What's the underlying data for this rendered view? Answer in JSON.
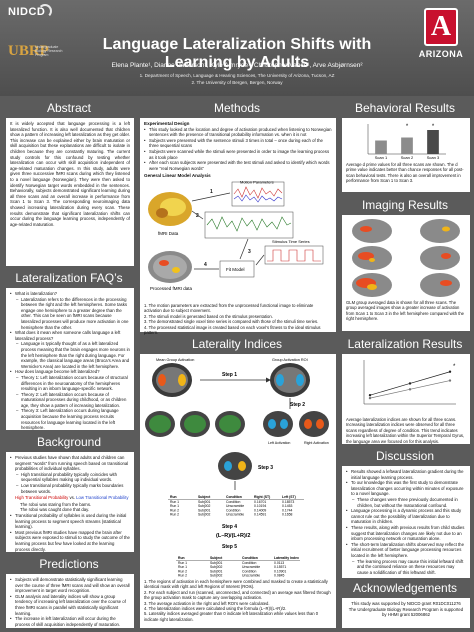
{
  "header": {
    "nidcd_logo": "NIDCD",
    "ubrp_logo": "UBRP",
    "ubrp_small": "Undergraduate Biology Research Program",
    "az_logo": "A",
    "az_word": "ARIZONA",
    "title": "Language Lateralization Shifts with Learning by Adults",
    "authors": "Elena Plante¹, Dianne Patterson¹, Kyle Almryde¹, Christopher Vance¹, Arve Asbjørnsen²",
    "affil1": "1. Department of Speech, Language & Hearing Sciences, The University of Arizona, Tucson, AZ",
    "affil2": "2. The University of Bergen, Bergen, Norway"
  },
  "abstract": {
    "heading": "Abstract",
    "body": "It is widely accepted that language processing is a left lateralized function. It is also well documented that children show a pattern of increasing left lateralization as they get older. This increase can be explained either by brain maturation or skill acquisition but these explanations are difficult to isolate in children because they are constantly maturing. The current study controls for this confound by testing whether lateralization can occur with skill acquisition independent of age-related maturation changes. In this study, adults were given three successive fMRI scans during which they listened to a novel language (Norwegian). They were then asked to identify Norwegian target words embedded in the sentences. Behaviorally, subjects demonstrated significant learning during all three scans and an overall increase in performance from Scan 1 to Scan 3. The corresponding neuroimaging data showed increasing lateralization during every scan. These results demonstrate that significant lateralization shifts can occur during the language learning process, independently of age-related maturation."
  },
  "faq": {
    "heading": "Lateralization FAQ’s",
    "items": [
      {
        "t": "b",
        "v": "What is lateralization?"
      },
      {
        "t": "s",
        "v": "Lateralization refers to the differences in the processing between the right and the left hemispheres. Some tasks engage one hemisphere to a greater degree than the other. This can be seen on fMRI scans because lateralized processes will produce more activation in one hemisphere than the other."
      },
      {
        "t": "b",
        "v": "What does it mean when someone calls language a left lateralized process?"
      },
      {
        "t": "s",
        "v": "Language is typically thought of as a left lateralized process meaning that the brain engages more neurons in the left hemisphere than the right during language. For example, the classical language areas (Broca’s Area and Wernicke’s Area) are located in the left hemisphere."
      },
      {
        "t": "b",
        "v": "How does language become left lateralized?"
      },
      {
        "t": "s",
        "v": "Theory 1: Left lateralization occurs because of structural differences in the neuroanatomy of the hemispheres resulting in an inborn language-specific network."
      },
      {
        "t": "s",
        "v": "Theory 2: Left lateralization occurs because of maturational processes during childhood, or as children age, they show a pattern of increasing lateralization."
      },
      {
        "t": "s",
        "v": "Theory 3: Left lateralization occurs during language acquisition because the learning process recruits resources for language learning located in the left hemisphere."
      }
    ]
  },
  "background": {
    "heading": "Background",
    "items": [
      {
        "t": "b",
        "v": "Previous studies have shown that adults and children can segment “words” from running speech based on transitional probabilities of individual syllables."
      },
      {
        "t": "s",
        "v": "High transitional probability typically coincides with sequential syllables making up individual words."
      },
      {
        "t": "s",
        "v": "Low transitional probability typically marks boundaries between words."
      },
      {
        "t": "x",
        "v": ""
      },
      {
        "t": "b",
        "v": "Transitional probability of syllables is used during the initial learning process to segment speech streams (statistical learning)."
      },
      {
        "t": "b",
        "v": "Most previous fMRI studies have mapped the brain after subjects were exposed to stimuli to study the outcome of the learning process but few have looked at the learning process directly."
      }
    ],
    "ex_high": "High Transitional Probability",
    "ex_low": "Low Transitional Probability",
    "ex_line1": "The roboi was staring from the barns.",
    "ex_line2": "The roboi was caught done that day."
  },
  "predictions": {
    "heading": "Predictions",
    "items": [
      "Subjects will demonstrate statistically significant learning over the course of three fMRI scans and will show an overall improvement in target word recognition.",
      "GLM analysis and laterality indices will show a group tendency of increasing left lateralization over the course of three fMRI scans in parallel with statistically significant learning.",
      "The increase in left lateralization will occur during the process of skill acquisition independently of maturation."
    ]
  },
  "methods": {
    "heading": "Methods",
    "design_title": "Experimental Design",
    "design_items": [
      "This study looked at the location and degree of activation produced when listening to Norwegian sentences with the presence of transitional probability information vs. when it is not",
      "Subjects were presented with the sentence stimuli 3 times in total – once during each of the three sequential scans",
      "Subjects were scanned while the stimuli were presented in order to image the learning process as it took place",
      "After each scan subjects were presented with the test stimuli and asked to identify which words were “real Norwegian words”"
    ],
    "model_title": "General Linear Model Analysis",
    "lbl_motion": "Motion Parameters",
    "lbl_stim": "Stimulus Time Series",
    "lbl_processed": "Processed fMRI data",
    "lbl_fmri": "fMRI Data",
    "lbl_fit": "Fit Model",
    "lbl_ts": "fMRI Time Series",
    "step_nums": [
      "1",
      "2",
      "3",
      "4",
      "5"
    ],
    "notes": [
      "1. The motion parameters are extracted from the unprocessed functional image to eliminate activation due to subject movement.",
      "2. The stimuli model is generated based on the stimulus presentation.",
      "3. The demonstrated single voxel time series is compared with those of the stimuli time series.",
      "4. The processed statistical image is created based on each voxel’s fitness to the ideal stimulus pattern."
    ]
  },
  "laterality": {
    "heading": "Laterality Indices",
    "step1": "Step 1",
    "step2": "Step 2",
    "step3": "Step 3",
    "step4": "Step 4",
    "step5": "Step 5",
    "lbl_mask": "Mean Group Activation",
    "lbl_roi": "Group Activation ROI",
    "lbl_left": "Left Activation",
    "lbl_right": "Right Activation",
    "formula": "(L–R)/(L+R)/2",
    "tbl1_headers": [
      "Run",
      "Subject",
      "Condition",
      "Right (ST)",
      "Left (ST)"
    ],
    "tbl1_rows": [
      [
        "Run 1",
        "Subj001",
        "Condition",
        "0.16701",
        "0.18573"
      ],
      [
        "Run 1",
        "Subj002",
        "Unscramble",
        "0.10194",
        "0.1453"
      ],
      [
        "Run 2",
        "Subj001",
        "Condition",
        "0.14009",
        "0.1744"
      ],
      [
        "Run 2",
        "Subj002",
        "Unscramble",
        "0.14591",
        "0.1658"
      ]
    ],
    "tbl2_headers": [
      "Run",
      "Subject",
      "Condition",
      "Laterality Index"
    ],
    "tbl2_rows": [
      [
        "Run 1",
        "Subj001",
        "Condition",
        "0.0113"
      ],
      [
        "Run 1",
        "Subj002",
        "Unscramble",
        "0.15571"
      ],
      [
        "Run 2",
        "Subj001",
        "Condition",
        "0.10901"
      ],
      [
        "Run 2",
        "Subj002",
        "Unscramble",
        "0.0845"
      ]
    ],
    "notes": [
      "1. The regions of activation in each hemisphere were combined and masked to create a statistically identical mask with right and left Regions of Interest (ROIs).",
      "2. For each subject and run (scanned, unconnected, and connected) an average was filtered through the group activation mask to capture any overlapping activation.",
      "3. The average activation in the right and left ROI’s were calculated.",
      "4. The lateralization indices were calculated using the formula (L−R)/(L+R)/2.",
      "5. Laterality indices averaged greater than 0 indicate left lateralization while values less than 0 indicate right lateralization."
    ]
  },
  "behavioral": {
    "heading": "Behavioral Results",
    "caption": "Average d prime values for all three scans are shown. The d prime value indicates better than chance responses for all post-scan behavioral tests. There is also an overall improvement in performance from Scan 1 to Scan 3.",
    "tick_labels": [
      "Scan 1",
      "Scan 2",
      "Scan 3"
    ],
    "sig_marks": [
      "*",
      "*"
    ]
  },
  "imaging": {
    "heading": "Imaging Results",
    "caption": "GLM group averaged data is shown for all three scans. The group averaged images show a greater increase of activation from Scan 1 to Scan 3 in the left hemisphere compared with the right hemisphere."
  },
  "lat_results": {
    "heading": "Lateralization Results",
    "caption": "Average lateralization indices are shown for all three scans. Increasing lateralization indices were observed for all three scans regardless of degree of condition. This trend indicates increasing left lateralization within the Superior Temporal Gyrus, the language area we focused on for this analysis.",
    "sig_mark": "*"
  },
  "discussion": {
    "heading": "Discussion",
    "items": [
      {
        "t": "b",
        "v": "Results showed a leftward lateralization gradient during the initial language learning process."
      },
      {
        "t": "b",
        "v": "To our knowledge this was the first study to demonstrate lateralization changes occurring within minutes of exposure to a novel language."
      },
      {
        "t": "s",
        "v": "These changes were three previously documented in children, but without the maturational confound."
      },
      {
        "t": "b",
        "v": "Language processing is a dynamic process and this study cannot rule out the possibility of lateralization due to maturation in children."
      },
      {
        "t": "b",
        "v": "These results, along with previous results from child studies suggest that lateralization changes are likely not due to an inborn processing network or maturation alone."
      },
      {
        "t": "b",
        "v": "The short-term lateralization shifts observed may reflect the initial recruitment of better language processing resources located in the left hemisphere."
      },
      {
        "t": "s",
        "v": "The learning process may cause this initial leftward shift and the continued reliance on these resources may cause a solidification of this leftward shift."
      }
    ]
  },
  "acknowledgements": {
    "heading": "Acknowledgements",
    "lines": [
      "This study was supported by NIDCD grant R01DC011276",
      "The Undergraduate Biology Research Program is supported by HHMI grant 52006862"
    ]
  },
  "chart_data": [
    {
      "type": "bar",
      "title": "",
      "categories": [
        "Scan 1",
        "Scan 2",
        "Scan 3"
      ],
      "values": [
        0.45,
        0.55,
        0.8
      ],
      "ylim": [
        0,
        1
      ],
      "xlabel": "",
      "ylabel": ""
    },
    {
      "type": "line",
      "title": "",
      "x": [
        1,
        2,
        3
      ],
      "series": [
        {
          "values": [
            0.03,
            0.07,
            0.11
          ]
        },
        {
          "values": [
            0.02,
            0.05,
            0.08
          ]
        }
      ],
      "ylim": [
        0,
        0.15
      ],
      "xlabel": "",
      "ylabel": ""
    }
  ],
  "colors": {
    "accent_red": "#c00000",
    "header_gray": "#5b5b5b"
  }
}
